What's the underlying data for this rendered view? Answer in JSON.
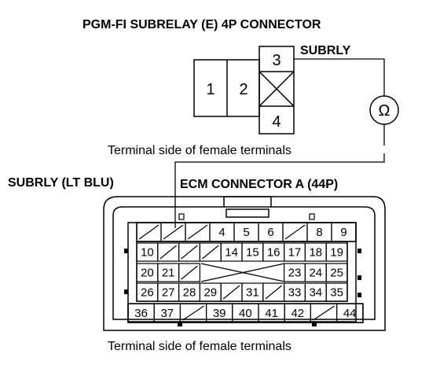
{
  "subrelay": {
    "title": "PGM-FI SUBRELAY (E) 4P CONNECTOR",
    "pin_label": "SUBRLY",
    "terminals": [
      "1",
      "2",
      "3",
      "4"
    ],
    "caption": "Terminal side of female terminals"
  },
  "meter": {
    "symbol": "Ω"
  },
  "wire_label": "SUBRLY (LT BLU)",
  "ecm": {
    "title": "ECM CONNECTOR A (44P)",
    "caption": "Terminal side of female terminals",
    "rows": [
      [
        "",
        "",
        "",
        "4",
        "5",
        "6",
        "",
        "8",
        "9"
      ],
      [
        "10",
        "",
        "",
        "",
        "14",
        "15",
        "16",
        "17",
        "18",
        "19"
      ],
      [
        "20",
        "21",
        "",
        "",
        "",
        "",
        "",
        "23",
        "24",
        "25"
      ],
      [
        "26",
        "27",
        "28",
        "29",
        "",
        "31",
        "",
        "33",
        "34",
        "35"
      ],
      [
        "36",
        "37",
        "",
        "39",
        "40",
        "41",
        "42",
        "",
        "44"
      ]
    ]
  },
  "colors": {
    "line": "#000000",
    "background": "#ffffff"
  }
}
